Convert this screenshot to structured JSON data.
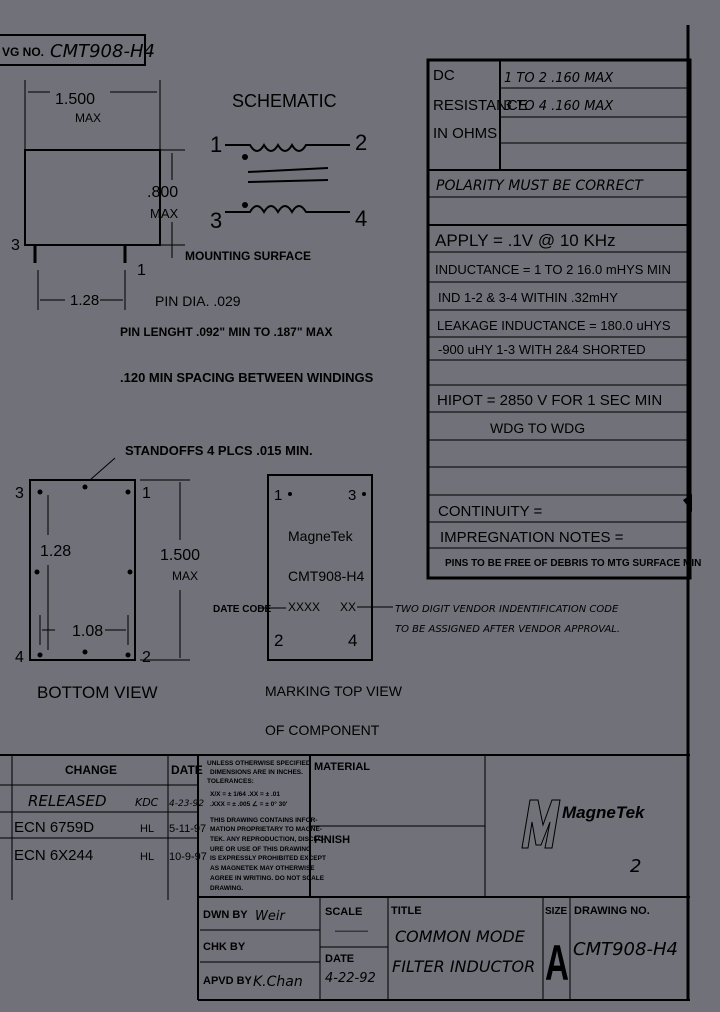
{
  "drawing_no_header": {
    "label": "VG NO.",
    "value": "CMT908-H4"
  },
  "side_view": {
    "width_dim": "1.500",
    "width_unit": "MAX",
    "height_dim": ".800",
    "height_unit": "MAX",
    "pin_left": "3",
    "pin_right": "1",
    "mounting_surface": "MOUNTING SURFACE",
    "pin_spacing": "1.28",
    "pin_dia": "PIN DIA. .029",
    "pin_length": "PIN LENGHT .092\" MIN TO .187\" MAX",
    "winding_spacing": ".120 MIN SPACING BETWEEN WINDINGS"
  },
  "schematic": {
    "title": "SCHEMATIC",
    "pins": [
      "1",
      "2",
      "3",
      "4"
    ]
  },
  "specs": {
    "dc_resistance_label": [
      "DC",
      "RESISTANCE",
      "IN OHMS"
    ],
    "dc_values": [
      "1 TO 2  .160  MAX",
      "3 TO 4  .160  MAX"
    ],
    "polarity": "POLARITY MUST BE CORRECT",
    "apply": "APPLY = .1V @ 10 KHz",
    "inductance": "INDUCTANCE = 1 TO 2  16.0  mHYS MIN",
    "ind_match": "IND 1-2 & 3-4 WITHIN .32mHY",
    "leakage": "LEAKAGE INDUCTANCE = 180.0 uHYS",
    "leakage_note": "-900 uHY 1-3 WITH 2&4 SHORTED",
    "hipot": "HIPOT = 2850 V FOR 1 SEC MIN",
    "hipot_note": "WDG TO WDG",
    "continuity": "CONTINUITY =",
    "impregnation": "IMPREGNATION NOTES =",
    "pins_note": "PINS TO BE FREE OF DEBRIS TO MTG SURFACE MIN"
  },
  "bottom_view": {
    "standoffs": "STANDOFFS 4 PLCS .015 MIN.",
    "pins": [
      "3",
      "1",
      "4",
      "2"
    ],
    "dim_height": "1.28",
    "dim_width": "1.500",
    "dim_width_unit": "MAX",
    "dim_spacing": "1.08",
    "caption": "BOTTOM VIEW"
  },
  "marking_view": {
    "pins": [
      "1",
      "3",
      "2",
      "4"
    ],
    "brand": "MagneTek",
    "part": "CMT908-H4",
    "date_code_label": "DATE CODE",
    "date_code": "XXXX",
    "vendor_code": "XX",
    "vendor_note_1": "TWO DIGIT VENDOR INDENTIFICATION CODE",
    "vendor_note_2": "TO BE ASSIGNED AFTER VENDOR APPROVAL.",
    "caption_1": "MARKING TOP VIEW",
    "caption_2": "OF COMPONENT"
  },
  "revisions": {
    "headers": {
      "change": "CHANGE",
      "date": "DATE"
    },
    "rows": [
      {
        "change": "RELEASED",
        "by": "KDC",
        "date": "4-23-92"
      },
      {
        "change": "ECN 6759D",
        "by": "HL",
        "date": "5-11-97"
      },
      {
        "change": "ECN 6X244",
        "by": "HL",
        "date": "10-9-97"
      }
    ]
  },
  "tolerances": [
    "UNLESS OTHERWISE SPECIFIED",
    "DIMENSIONS ARE IN INCHES.",
    "TOLERANCES:",
    "X/X = ± 1/64   .XX = ± .01",
    ".XXX = ± .005   ∠ = ± 0° 30'",
    "THIS DRAWING CONTAINS INFOR-",
    "MATION PROPRIETARY TO MAGNE-",
    "TEK. ANY REPRODUCTION, DISCLO-",
    "URE OR USE OF THIS DRAWING",
    "IS EXPRESSLY PROHIBITED EXCEPT",
    "AS MAGNETEK MAY OTHERWISE",
    "AGREE IN WRITING. DO NOT SCALE",
    "DRAWING."
  ],
  "material_label": "MATERIAL",
  "finish_label": "FINISH",
  "logo_text": "MagneTek",
  "sheet_mark": "2",
  "title_block": {
    "dwn_by_label": "DWN BY",
    "dwn_by": "Weir",
    "chk_by_label": "CHK BY",
    "apvd_by_label": "APVD BY",
    "apvd_by": "K.Chan",
    "scale_label": "SCALE",
    "scale": "———",
    "date_label": "DATE",
    "date": "4-22-92",
    "title_label": "TITLE",
    "title_1": "COMMON MODE",
    "title_2": "FILTER INDUCTOR",
    "size_label": "SIZE",
    "size": "A",
    "drawing_no_label": "DRAWING NO.",
    "drawing_no": "CMT908-H4"
  }
}
